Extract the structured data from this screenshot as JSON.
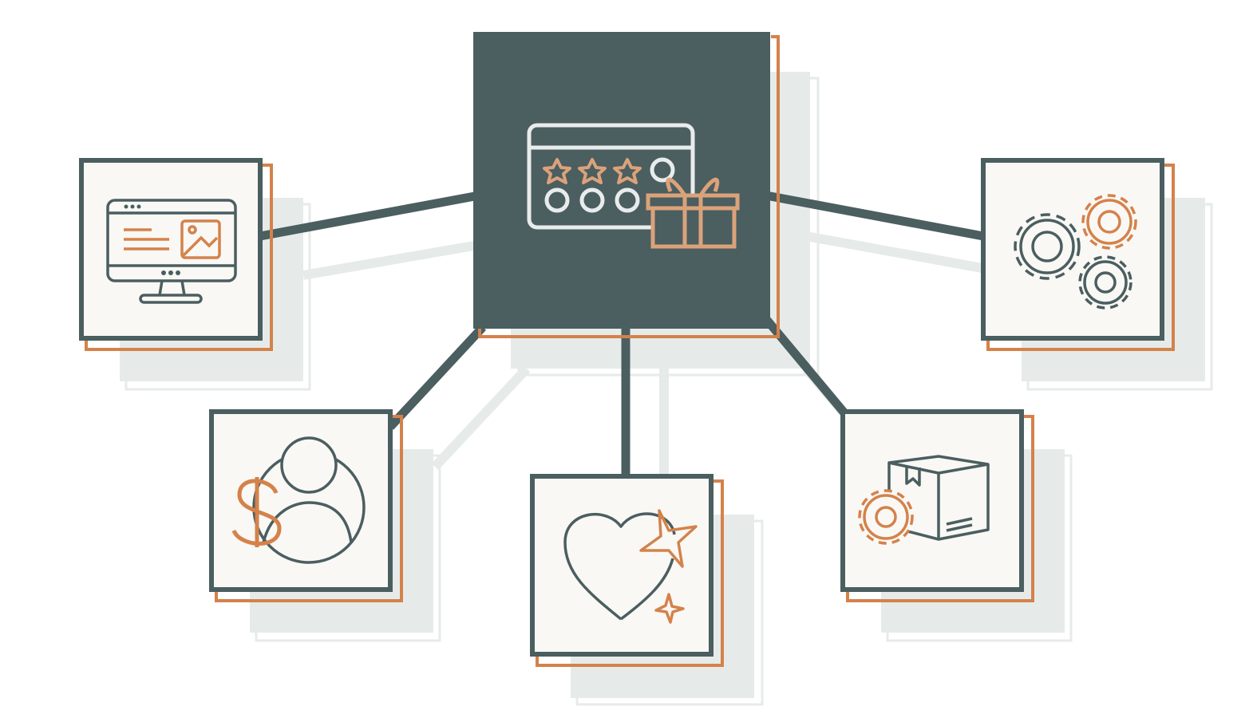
{
  "colors": {
    "dark": "#4b5e60",
    "accent": "#d4824a",
    "accent_light": "#dba27a",
    "shadow": "#e6ebea",
    "card_fill": "#f9f8f5",
    "icon_light": "#e9ecec"
  },
  "center_node": {
    "icon": "rating-card-with-gift-icon"
  },
  "nodes": [
    {
      "id": "website",
      "icon": "monitor-webpage-icon"
    },
    {
      "id": "customer-value",
      "icon": "person-dollar-icon"
    },
    {
      "id": "loyalty",
      "icon": "heart-sparkle-icon"
    },
    {
      "id": "product",
      "icon": "package-gear-icon"
    },
    {
      "id": "operations",
      "icon": "gears-icon"
    }
  ]
}
